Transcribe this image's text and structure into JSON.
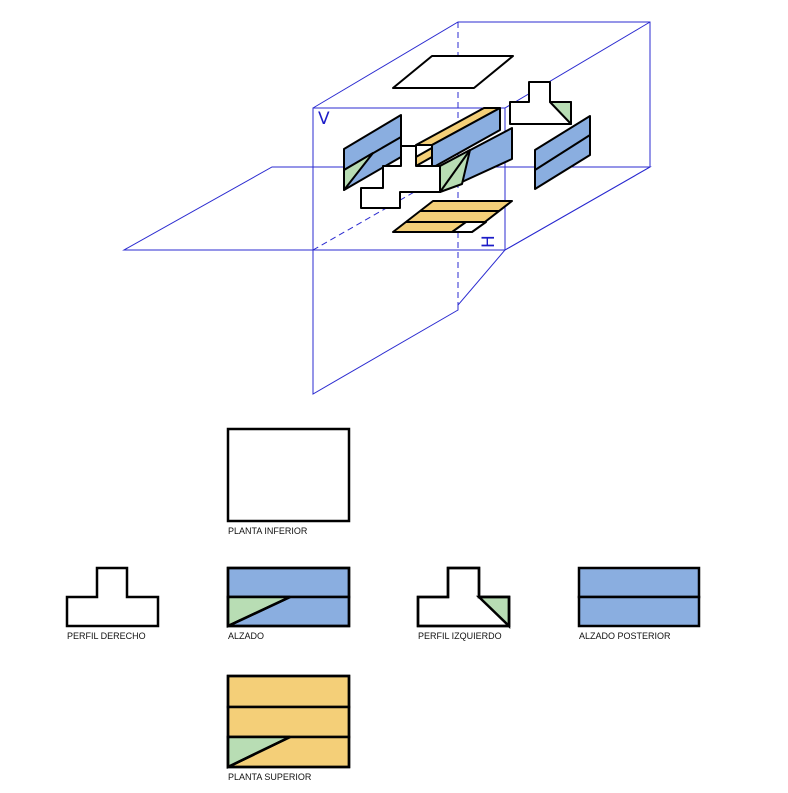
{
  "colors": {
    "plane": "#2b2bd0",
    "outline": "#000000",
    "blue": "#8aaee0",
    "yellow": "#f4cf78",
    "green": "#b8ddb4",
    "paper": "#ffffff"
  },
  "planes": {
    "vertical": "V",
    "horizontal": "H"
  },
  "views": {
    "bottom": "PLANTA INFERIOR",
    "right_profile": "PERFIL DERECHO",
    "front": "ALZADO",
    "left_profile": "PERFIL IZQUIERDO",
    "rear": "ALZADO POSTERIOR",
    "top": "PLANTA SUPERIOR"
  }
}
